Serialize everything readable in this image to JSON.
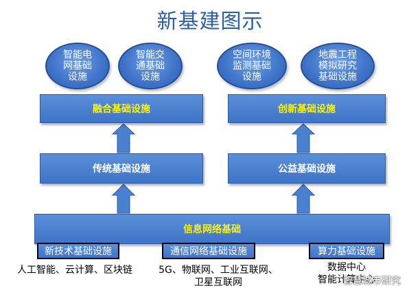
{
  "title": "新基建图示",
  "top_ovals": [
    {
      "label": "智能电\n网基础\n设施"
    },
    {
      "label": "智能交\n通基础\n设施"
    },
    {
      "label": "空间环境\n监测基础\n设施"
    },
    {
      "label": "地震工程\n模拟研究\n基础设施"
    }
  ],
  "boxes": {
    "fusion": "融合基础设施",
    "innovation": "创新基础设施",
    "traditional": "传统基础设施",
    "public": "公益基础设施",
    "network": "信息网络基础"
  },
  "tags": [
    {
      "label": "新技术基础设施",
      "desc": "人工智能、云计算、区块链"
    },
    {
      "label": "通信网络基础设施",
      "desc": "5G、物联网、工业互联网、\n卫星互联网"
    },
    {
      "label": "算力基础设施",
      "desc": "数据中心\n智能计算中心"
    }
  ],
  "watermark": "智慧城市研究",
  "colors": {
    "box_blue": "#4A80D0",
    "yellow_text": "#FFF200",
    "title_blue": "#2B5EA8"
  }
}
